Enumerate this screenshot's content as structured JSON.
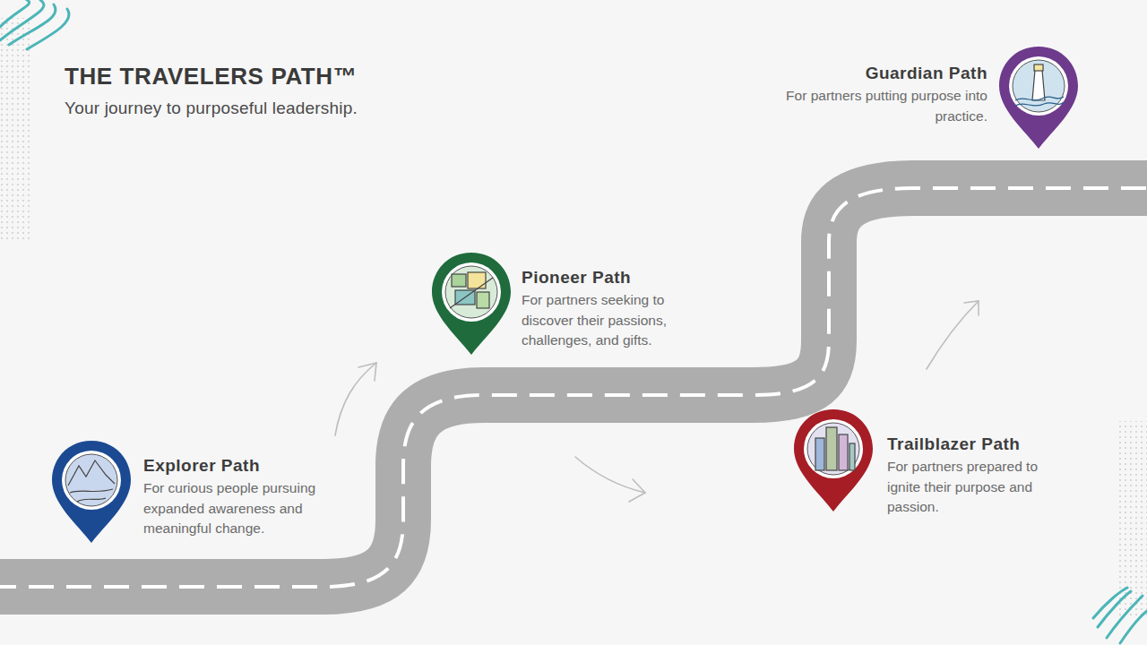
{
  "diagram": {
    "title": "THE TRAVELERS PATH™",
    "caption": "Your journey to purposeful leadership.",
    "nodes": [
      {
        "text": [
          "Explorer Path",
          "For curious people pursuing expanded awareness and meaningful change."
        ]
      },
      {
        "text": [
          "Pioneer Path",
          "For partners seeking to discover their passions, challenges, and gifts."
        ]
      },
      {
        "text": [
          "Trailblazer Path",
          "For partners prepared to ignite their purpose and passion."
        ]
      },
      {
        "text": [
          "Guardian Path",
          "For partners putting purpose into practice."
        ]
      }
    ]
  }
}
